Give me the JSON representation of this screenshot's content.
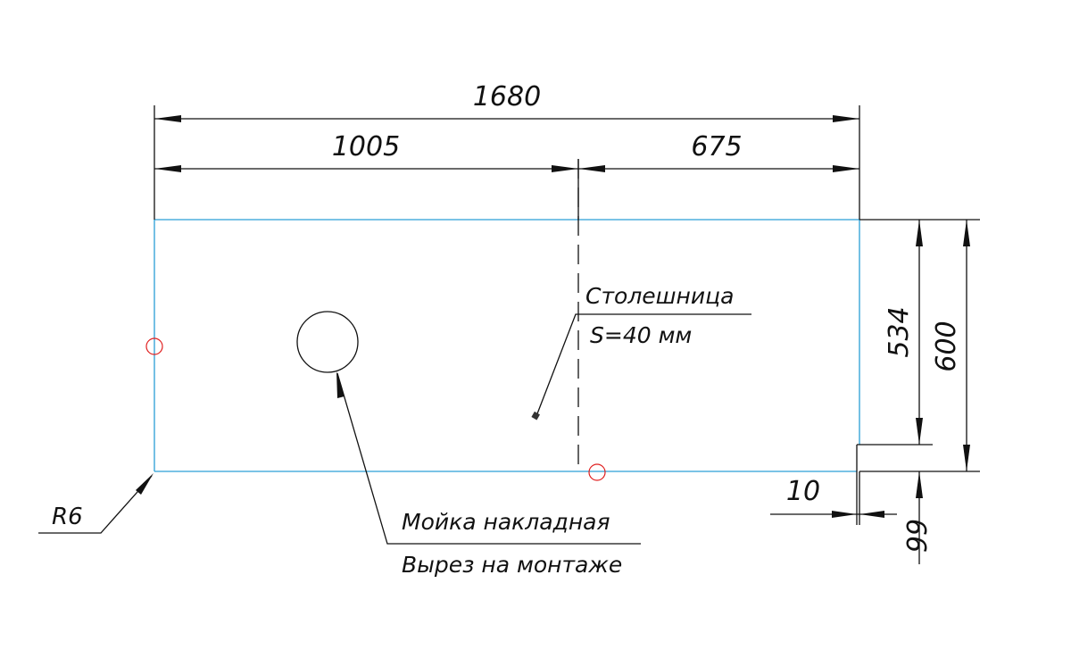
{
  "drawing": {
    "dimensions": {
      "total_width": "1680",
      "left_width": "1005",
      "right_width": "675",
      "depth_inner": "534",
      "depth_total": "600",
      "offset_horizontal": "10",
      "offset_vertical": "66",
      "corner_radius": "R6"
    },
    "labels": {
      "countertop_title": "Столешница",
      "countertop_thickness": "S=40 мм",
      "sink_title": "Мойка накладная",
      "sink_note": "Вырез на монтаже"
    },
    "colors": {
      "outline": "#2a9fd6",
      "markers": "#e02020",
      "lines": "#111111"
    }
  }
}
